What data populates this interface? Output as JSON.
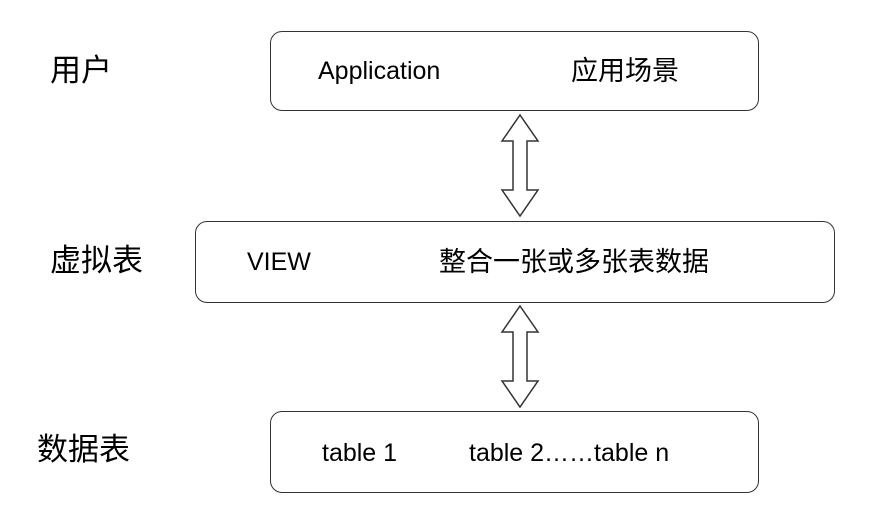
{
  "rows": {
    "user": {
      "label": "用户",
      "left_text": "Application",
      "right_text": "应用场景"
    },
    "virtual_table": {
      "label": "虚拟表",
      "left_text": "VIEW",
      "right_text": "整合一张或多张表数据"
    },
    "data_table": {
      "label": "数据表",
      "left_text": "table 1",
      "right_text": "table 2……table n"
    }
  },
  "connectors": [
    {
      "from": "user",
      "to": "virtual_table",
      "icon": "double-headed-arrow-icon"
    },
    {
      "from": "virtual_table",
      "to": "data_table",
      "icon": "double-headed-arrow-icon"
    }
  ]
}
